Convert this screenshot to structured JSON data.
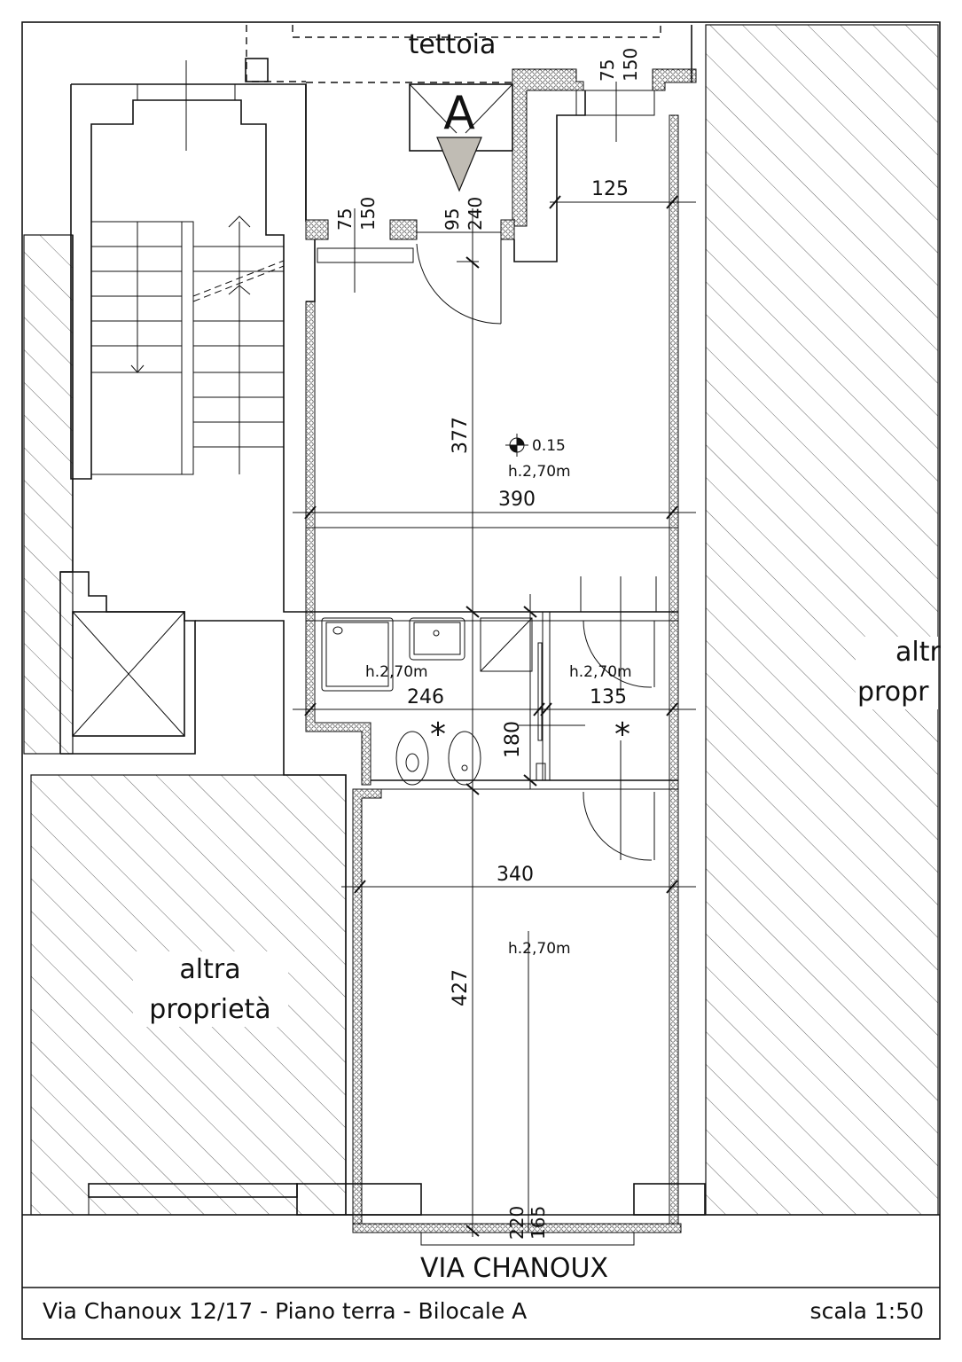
{
  "plan": {
    "canopy_label": "tettoia",
    "section_marker": "A",
    "section_marker_color": "#c0bcb4",
    "dims": {
      "window_top_left_a": "75",
      "window_top_left_b": "150",
      "window_top_right_a": "75",
      "window_top_right_b": "150",
      "door_a": "95",
      "door_b": "240",
      "recess_width": "125",
      "living_depth": "377",
      "living_width": "390",
      "bath_width": "246",
      "hall_width": "135",
      "bath_depth": "180",
      "bedroom_width": "340",
      "bedroom_depth": "427",
      "street_window_a": "220",
      "street_window_b": "165"
    },
    "level_mark": "0.15",
    "heights": {
      "living": "h.2,70m",
      "bath": "h.2,70m",
      "hall": "h.2,70m",
      "bedroom": "h.2,70m"
    },
    "vent_marks": [
      "*",
      "*"
    ],
    "other_property_left": [
      "altra",
      "proprietà"
    ],
    "other_property_right": [
      "altr",
      "propr"
    ],
    "street": "VIA CHANOUX"
  },
  "footer": {
    "title": "Via Chanoux 12/17 - Piano terra - Bilocale A",
    "scale": "scala 1:50"
  }
}
